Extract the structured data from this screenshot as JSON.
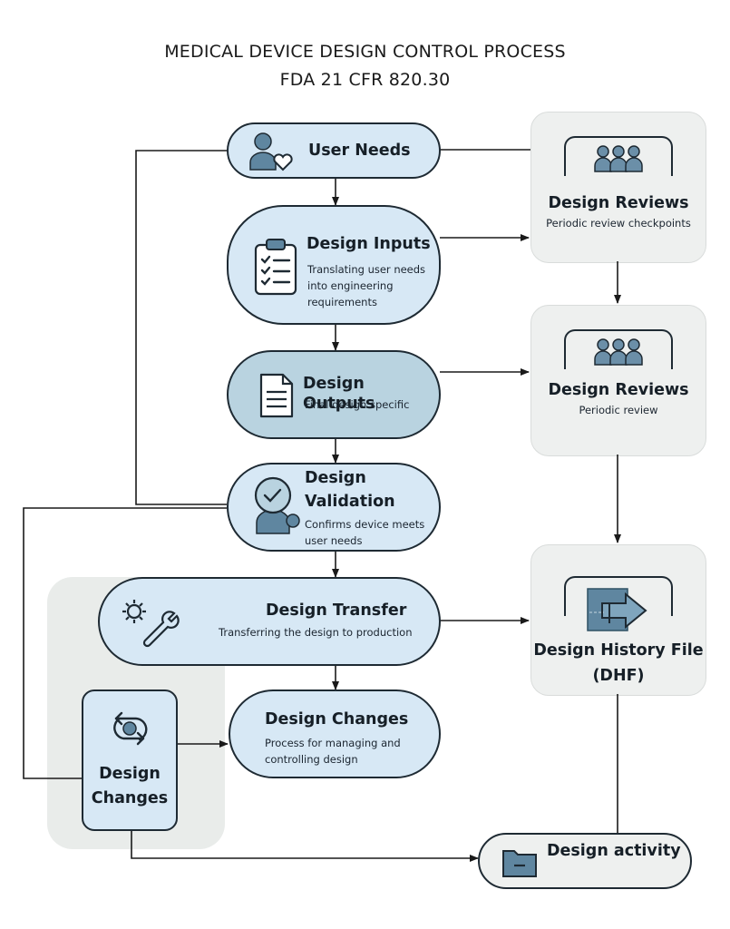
{
  "header": {
    "title_line1": "MEDICAL DEVICE DESIGN CONTROL PROCESS",
    "title_line2": "FDA 21 CFR 820.30"
  },
  "nodes": {
    "user_needs": {
      "title": "User Needs",
      "icon": "user-heart-icon"
    },
    "design_inputs": {
      "title": "Design Inputs",
      "description": [
        "Translating user needs",
        "into engineering",
        "requirements"
      ],
      "icon": "clipboard-checklist-icon"
    },
    "design_outputs": {
      "title": "Design Outputs",
      "description": "Final design specific",
      "icon": "document-icon"
    },
    "design_validation": {
      "title_line1": "Design",
      "title_line2": "Validation",
      "description": [
        "Confirms device meets",
        "user needs"
      ],
      "icon": "user-check-icon"
    },
    "design_transfer": {
      "title": "Design Transfer",
      "description": "Transferring the design to production",
      "icon": "gear-wrench-icon"
    },
    "design_changes_main": {
      "title": "Design Changes",
      "description": [
        "Process for managing and",
        "controlling design"
      ]
    },
    "design_changes_side": {
      "title_line1": "Design",
      "title_line2": "Changes",
      "icon": "cycle-arrows-icon"
    },
    "design_activity": {
      "title": "Design activity",
      "icon": "folder-icon"
    }
  },
  "cards": {
    "review1": {
      "title": "Design Reviews",
      "subtitle": "Periodic review checkpoints",
      "icon": "team-icon"
    },
    "review2": {
      "title": "Design Reviews",
      "subtitle": "Periodic review",
      "icon": "team-icon"
    },
    "dhf": {
      "title_line1": "Design History File",
      "title_line2": "(DHF)",
      "icon": "file-arrow-icon"
    }
  },
  "colors": {
    "node_light": "#d7e8f5",
    "node_dark": "#b9d3e0",
    "card_bg": "#eef0ef",
    "panel_bg": "#e9ecea",
    "outline": "#1e2a33",
    "icon_blue": "#5f86a0"
  }
}
